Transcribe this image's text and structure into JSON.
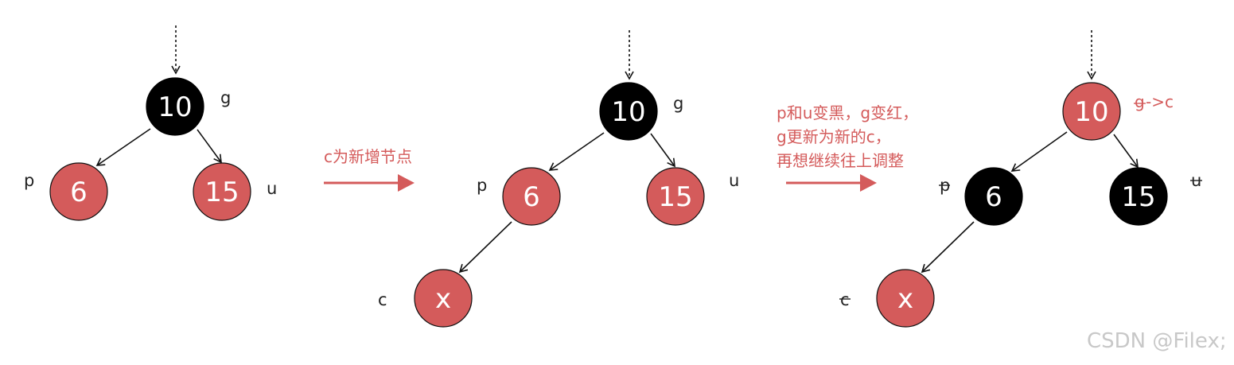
{
  "colors": {
    "red": "#d45b5b",
    "black": "#000000",
    "edge": "#111111"
  },
  "panel1": {
    "g": "10",
    "p": "6",
    "u": "15",
    "label_g": "g",
    "label_p": "p",
    "label_u": "u"
  },
  "step1": {
    "caption": "c为新增节点"
  },
  "panel2": {
    "g": "10",
    "p": "6",
    "u": "15",
    "c": "x",
    "label_g": "g",
    "label_p": "p",
    "label_u": "u",
    "label_c": "c"
  },
  "step2": {
    "line1": "p和u变黑，g变红，",
    "line2": "g更新为新的c，",
    "line3": "再想继续往上调整"
  },
  "panel3": {
    "g": "10",
    "p": "6",
    "u": "15",
    "c": "x",
    "label_g": "g",
    "label_g_arrow": "->c",
    "label_p": "p",
    "label_u": "u",
    "label_c": "c"
  },
  "watermark": "CSDN @Filex;"
}
